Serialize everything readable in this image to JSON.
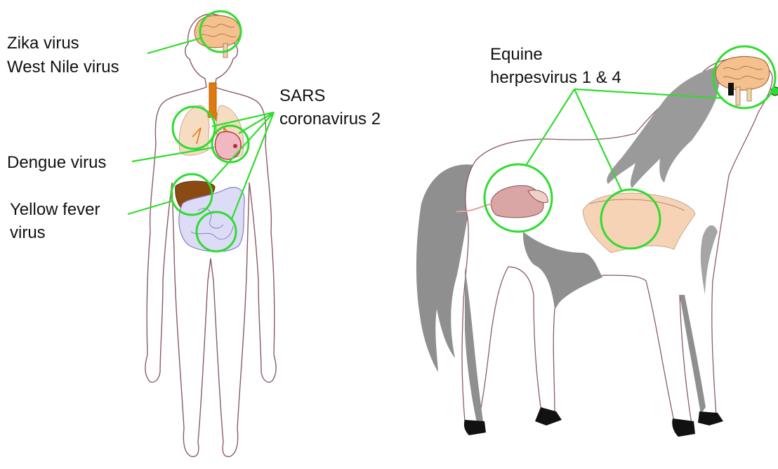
{
  "colors": {
    "accent_green": "#2fdc2f",
    "outline": "#8b5a6a",
    "horse_gray": "#8f8f8f",
    "hoof": "#111111"
  },
  "labels": {
    "zika": "Zika virus",
    "west_nile": "West Nile virus",
    "sars_line1": "SARS",
    "sars_line2": "coronavirus 2",
    "dengue": "Dengue virus",
    "yellow_line1": "Yellow fever",
    "yellow_line2": "virus",
    "equine_line1": "Equine",
    "equine_line2": "herpesvirus 1 & 4"
  }
}
